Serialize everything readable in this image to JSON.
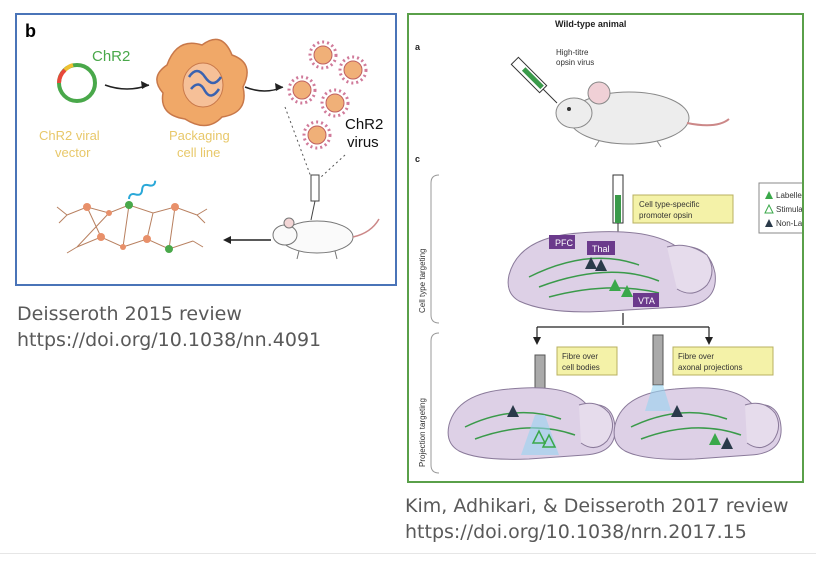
{
  "left_figure": {
    "panel_letter": "b",
    "plasmid_label": "ChR2",
    "vector_label_1": "ChR2 viral",
    "vector_label_2": "vector",
    "packaging_label_1": "Packaging",
    "packaging_label_2": "cell line",
    "virus_label_1": "ChR2",
    "virus_label_2": "virus",
    "colors": {
      "border": "#4a74b8",
      "label_yellow": "#e8c86a",
      "plasmid_green": "#49a84a",
      "cell_orange": "#f0a868"
    }
  },
  "right_figure": {
    "title": "Wild-type animal",
    "panel_a": "a",
    "panel_c": "c",
    "virus_note_1": "High-titre",
    "virus_note_2": "opsin virus",
    "promoter_note_1": "Cell type-specific",
    "promoter_note_2": "promoter opsin",
    "legend": [
      {
        "symbol": "filled",
        "label": "Labelled"
      },
      {
        "symbol": "outline",
        "label": "Stimulat"
      },
      {
        "symbol": "dark",
        "label": "Non-Lab"
      }
    ],
    "regions": {
      "pfc": "PFC",
      "thal": "Thal",
      "vta": "VTA"
    },
    "side_label_top": "Cell type targeting",
    "side_label_bottom": "Projection targeting",
    "fibre_bodies_1": "Fibre over",
    "fibre_bodies_2": "cell bodies",
    "fibre_axons_1": "Fibre over",
    "fibre_axons_2": "axonal projections",
    "colors": {
      "border": "#5aa04a",
      "callout": "#f4f2a8",
      "region": "#6b3a8c",
      "brain": "#ddd0e6"
    }
  },
  "captions": {
    "left_1": "Deisseroth 2015 review",
    "left_2": "https://doi.org/10.1038/nn.4091",
    "right_1": "Kim, Adhikari, & Deisseroth 2017 review",
    "right_2": "https://doi.org/10.1038/nrn.2017.15"
  }
}
